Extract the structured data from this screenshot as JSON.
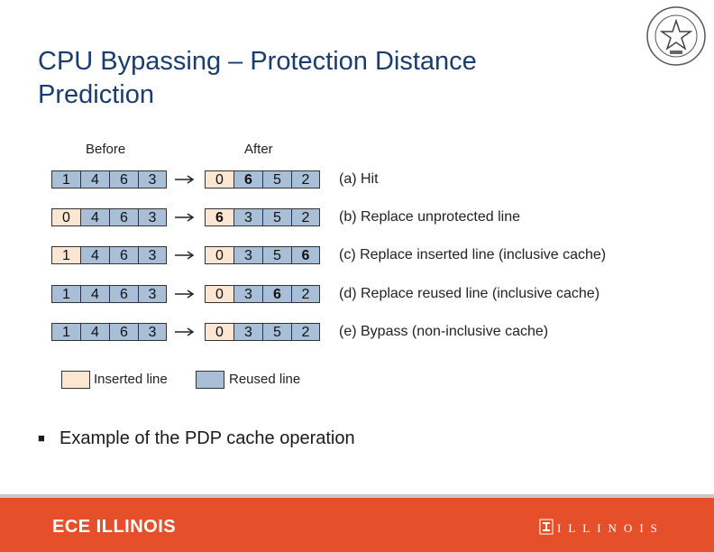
{
  "slide": {
    "title_line1": "CPU Bypassing – Protection Distance",
    "title_line2": "Prediction"
  },
  "figure": {
    "before_label": "Before",
    "after_label": "After",
    "rows": [
      {
        "before": [
          "1",
          "4",
          "6",
          "3"
        ],
        "after": [
          "0",
          "6",
          "5",
          "2"
        ],
        "label": "(a) Hit"
      },
      {
        "before": [
          "0",
          "4",
          "6",
          "3"
        ],
        "after": [
          "6",
          "3",
          "5",
          "2"
        ],
        "label": "(b) Replace unprotected line"
      },
      {
        "before": [
          "1",
          "4",
          "6",
          "3"
        ],
        "after": [
          "0",
          "3",
          "5",
          "6"
        ],
        "label": "(c) Replace inserted line (inclusive cache)"
      },
      {
        "before": [
          "1",
          "4",
          "6",
          "3"
        ],
        "after": [
          "0",
          "3",
          "6",
          "2"
        ],
        "label": "(d) Replace reused line (inclusive cache)"
      },
      {
        "before": [
          "1",
          "4",
          "6",
          "3"
        ],
        "after": [
          "0",
          "3",
          "5",
          "2"
        ],
        "label": "(e) Bypass (non-inclusive cache)"
      }
    ],
    "legend": {
      "inserted_label": "Inserted line",
      "reused_label": "Reused line"
    },
    "colors": {
      "reused": "#a9bfd8",
      "inserted": "#fbe6d4"
    }
  },
  "bullets": [
    "Example of the PDP cache operation"
  ],
  "footer": {
    "left_brand": "ECE ILLINOIS",
    "right_brand": "ILLINOIS",
    "background": "#e5502a"
  },
  "seal": {
    "icon": "university-seal-icon"
  }
}
